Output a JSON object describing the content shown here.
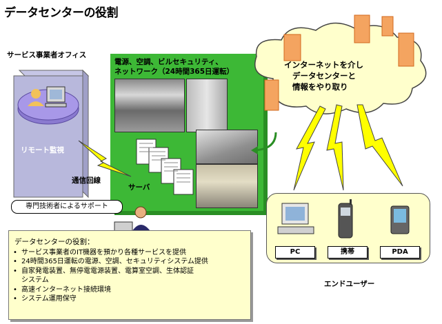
{
  "title": "データセンターの役割",
  "office": {
    "label": "サービス事業者オフィス",
    "remote_label": "リモート監視"
  },
  "line_label": "通信回線",
  "support_label": "専門技術者によるサポート",
  "datacenter": {
    "facilities_line1": "電源、空調、ビルセキュリティ、",
    "facilities_line2": "ネットワーク（24時間365日運転）",
    "server_label": "サーバ"
  },
  "cloud": {
    "line1": "インターネットを介し",
    "line2": "データセンターと",
    "line3": "情報をやり取り"
  },
  "end_users": {
    "devices": [
      {
        "label": "PC"
      },
      {
        "label": "携帯"
      },
      {
        "label": "PDA"
      }
    ],
    "caption": "エンドユーザー"
  },
  "roles": {
    "title": "データセンターの役割：",
    "items": [
      "サービス事業者のIT機器を預かり各種サービスを提供",
      "24時間365日運転の電源、空調、セキュリティシステム提供",
      "自家発電装置、無停電電源装置、電算室空調、生体認証",
      "システム",
      "高速インターネット接続環境",
      "システム運用保守"
    ]
  },
  "colors": {
    "dc_green": "#3db836",
    "note_yellow": "#ffffcc",
    "bolt_yellow": "#ffff00",
    "building_orange": "#f4a460"
  }
}
